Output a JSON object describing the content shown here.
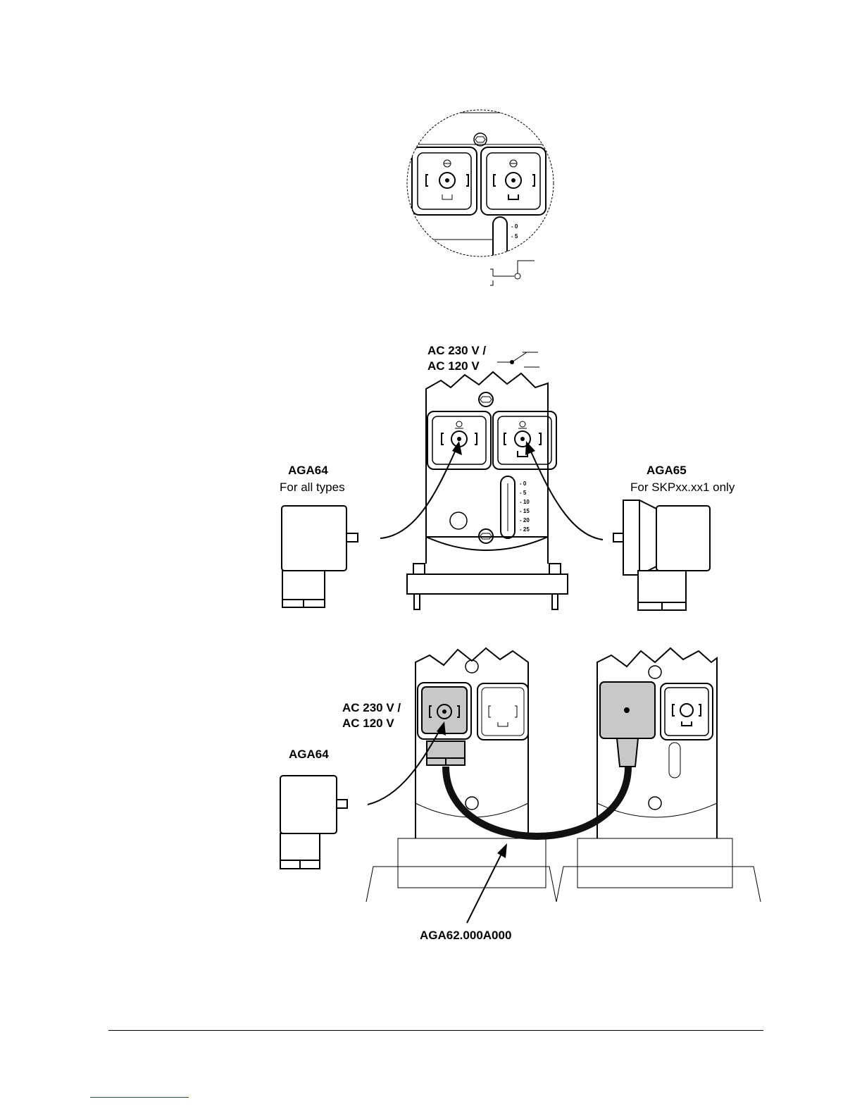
{
  "figure": {
    "top_view": {
      "scale_marks": [
        "0",
        "5"
      ]
    },
    "middle_view": {
      "supply_label_line1": "AC 230 V /",
      "supply_label_line2": "AC 120 V",
      "left_connector": {
        "name": "AGA64",
        "desc": "For all types"
      },
      "right_connector": {
        "name": "AGA65",
        "desc": "For SKPxx.xx1 only"
      },
      "scale_marks": [
        "0",
        "5",
        "10",
        "15",
        "20",
        "25"
      ]
    },
    "bottom_view": {
      "supply_label_line1": "AC 230 V /",
      "supply_label_line2": "AC 120 V",
      "left_connector": {
        "name": "AGA64"
      },
      "cable_label": "AGA62.000A000"
    }
  }
}
